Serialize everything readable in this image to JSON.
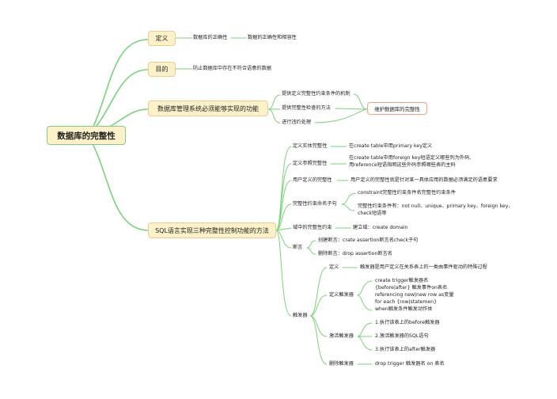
{
  "colors": {
    "branch": "#7ad27a",
    "root_border": "#7fcf7f",
    "box_fill": "#fdf1c9",
    "l1_border": "#f0c98f",
    "note_border": "#f0a38a"
  },
  "root": "数据库的完整性",
  "b1": {
    "title": "定义",
    "child": "数据库的正确性",
    "grandchild": "数据的正确性和相容性"
  },
  "b2": {
    "title": "目的",
    "child": "防止数据库中存在不符合语意的数据"
  },
  "b3": {
    "title": "数据库管理系统必须能够实现的功能",
    "items": [
      "提供定义完整性约束条件的机制",
      "提供完整性检查的方法",
      "进行违约处理"
    ],
    "note": "维护数据库的完整性"
  },
  "b4": {
    "title": "SQL语言实现三种完整性控制功能的方法",
    "entity": {
      "label": "定义实体完整性",
      "text": "在create table中用primary key定义"
    },
    "ref": {
      "label": "定义参照完整性",
      "line1": "在create table中用foreign key短语定义哪些列为外码,",
      "line2": "用reference短语指明这些外码参照哪些表的主码"
    },
    "user": {
      "label": "用户定义的完整性",
      "text": "用户定义的完整性就是针对某一具体应用的数据必须满足的语意要求"
    },
    "constraint": {
      "label": "完整性约束命名子句",
      "text1": "constraint完整性约束条件名完整性约束条件",
      "text2a": "完整性约束条件有：not null、unique、primary key、foreign key、",
      "text2b": "check短语等"
    },
    "domain": {
      "label": "域中的完整性约束",
      "text": "建立域：create domain"
    },
    "assertion": {
      "label": "断言",
      "create": "创建断言：crate assertion断言名check子句",
      "drop": "删除断言：drop assertion断言名"
    },
    "trigger": {
      "label": "触发器",
      "def": {
        "label": "定义",
        "text": "触发器是用户定义在关系表上的一类由事件驱动的特殊过程"
      },
      "define": {
        "label": "定义触发器",
        "lines": [
          "create trigger触发器名",
          "{before|after} 触发事件on表名",
          "referencing new|new row as变量",
          "for each {row|statemen}",
          "when触发条件触发动作体"
        ]
      },
      "activate": {
        "label": "激活触发器",
        "steps": [
          "1.执行该表上的before触发器",
          "2.激活触发器的SQL语句",
          "3.执行该表上的after触发器"
        ]
      },
      "drop": {
        "label": "删除触发器",
        "text": "drop trigger 触发器名 on 表名"
      }
    }
  }
}
